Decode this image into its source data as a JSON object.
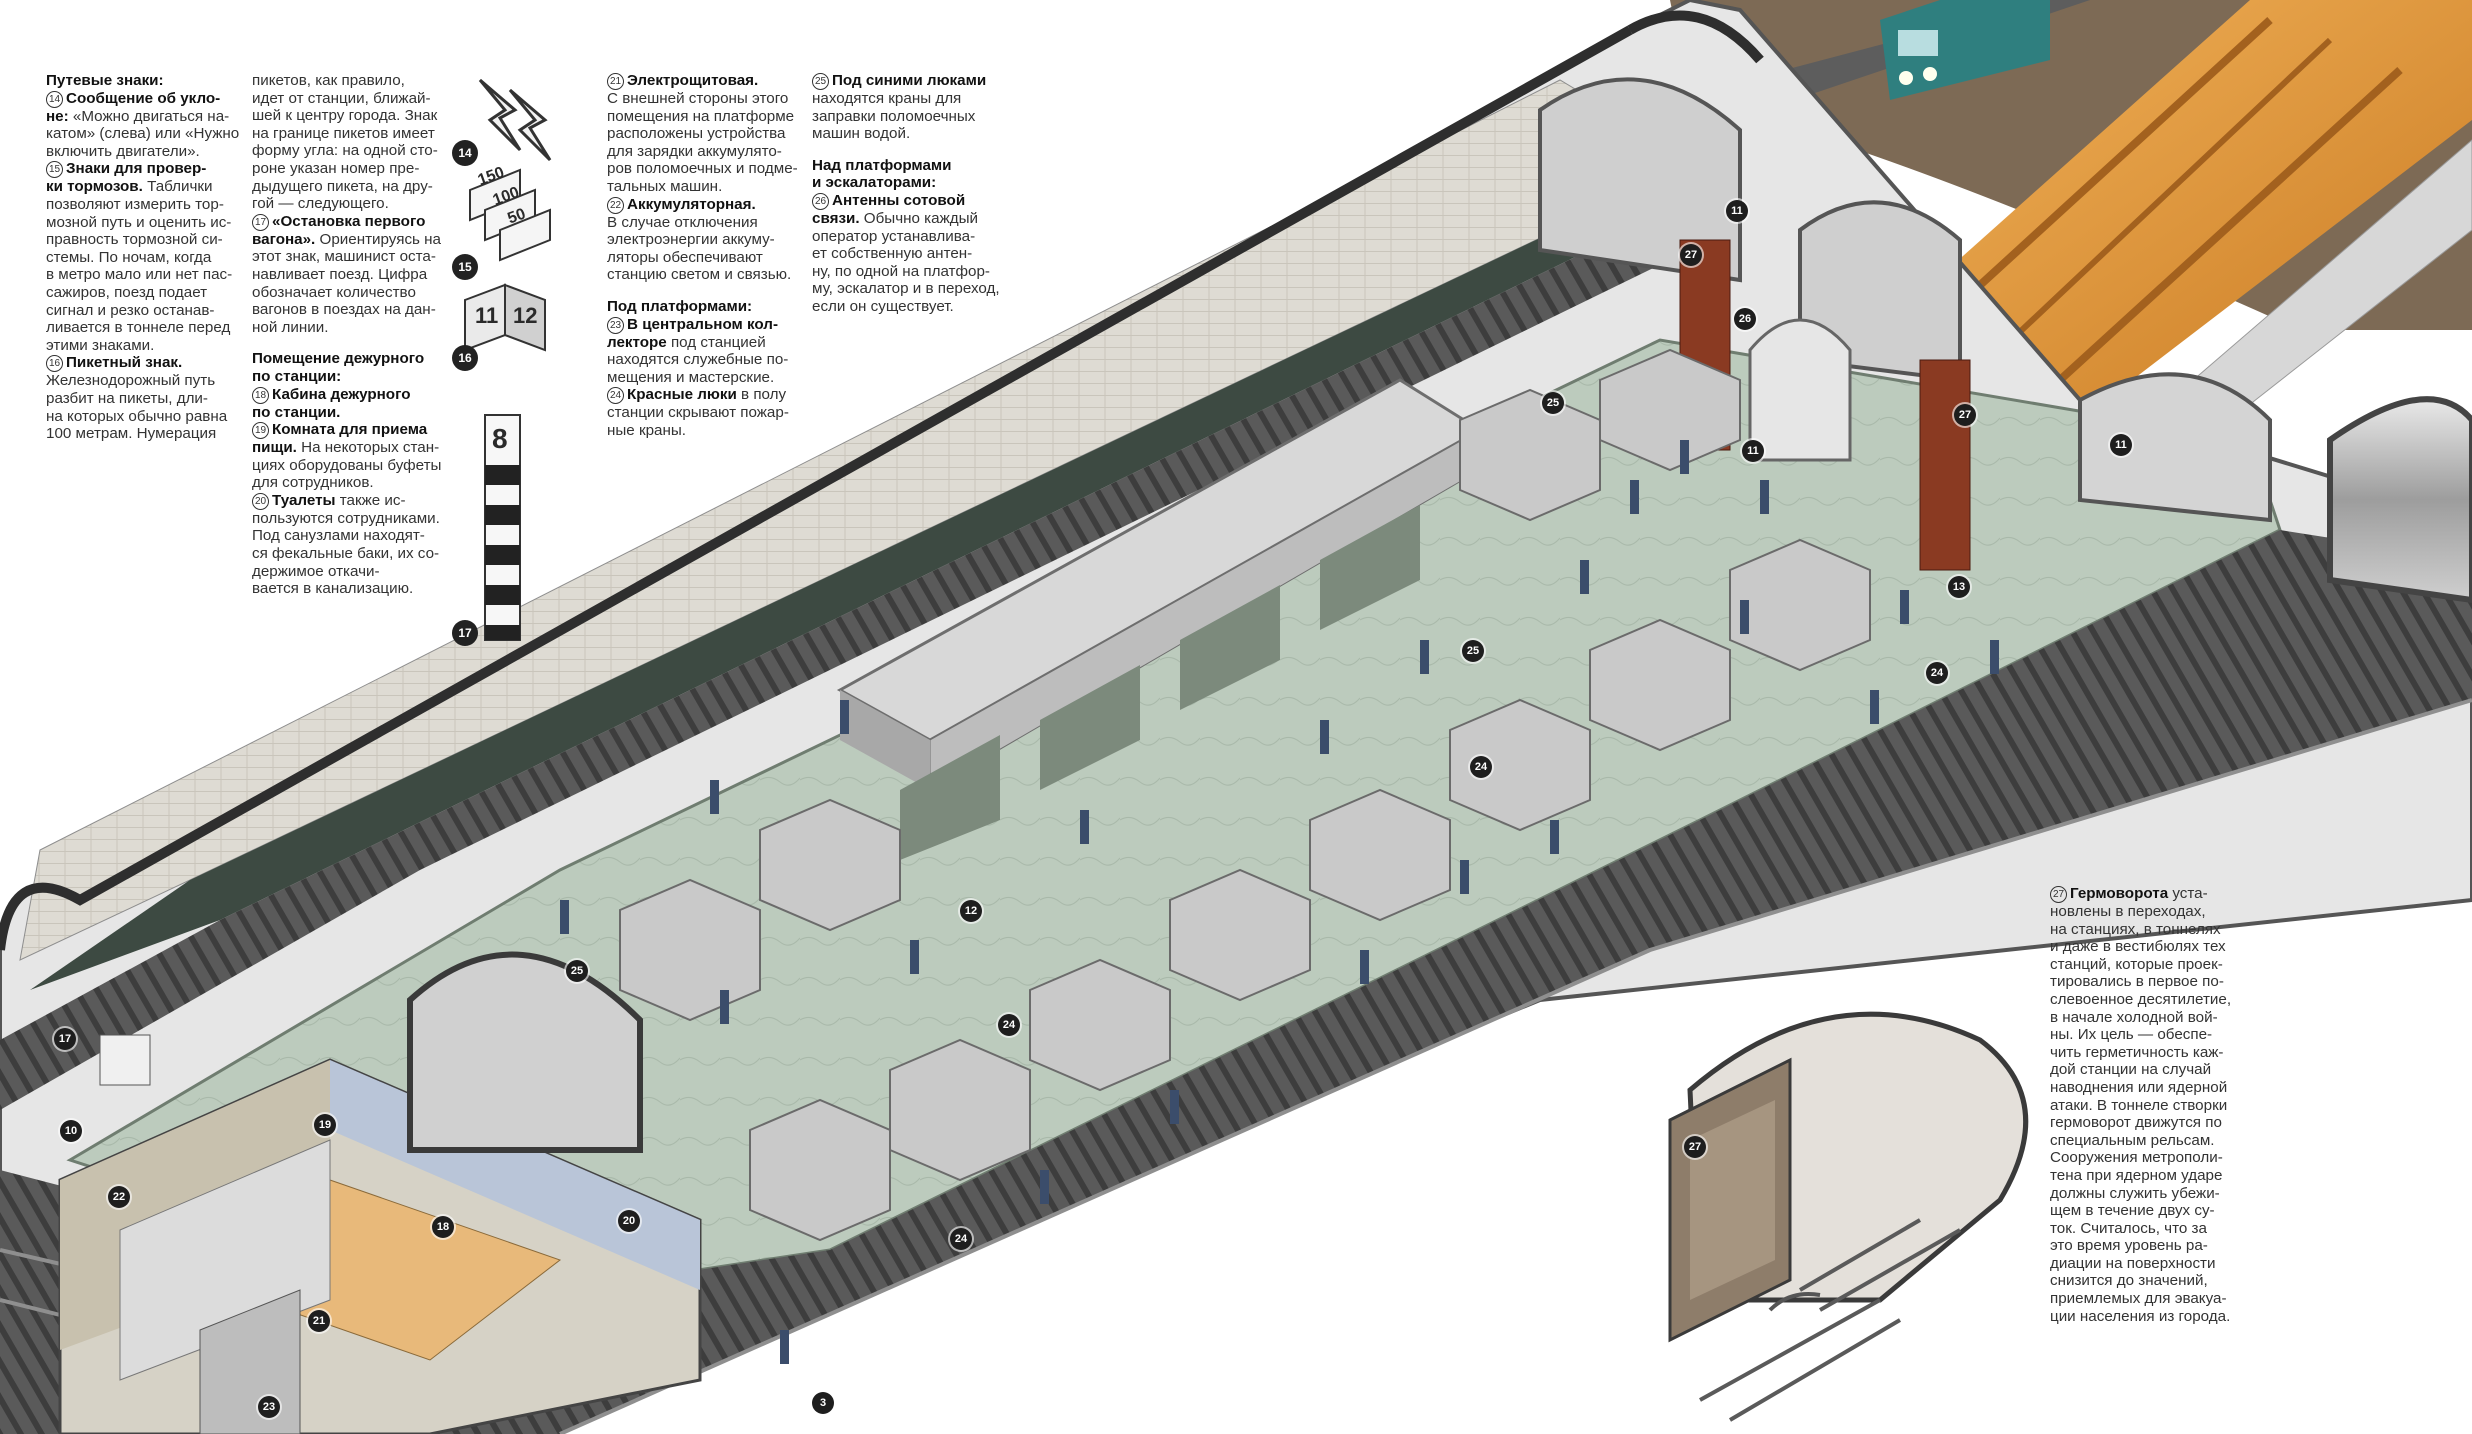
{
  "columns": {
    "col1": [
      {
        "head": "Путевые знаки:"
      },
      {
        "num": "14",
        "bold": "Сообщение об укло-",
        "text": ""
      },
      {
        "bold": "не:",
        "text": " «Можно двигаться на-"
      },
      {
        "text": "катом» (слева) или «Нужно"
      },
      {
        "text": "включить двигатели»."
      },
      {
        "num": "15",
        "bold": "Знаки для провер-",
        "text": ""
      },
      {
        "bold": "ки тормозов.",
        "text": " Таблички"
      },
      {
        "text": "позволяют измерить тор-"
      },
      {
        "text": "мозной путь и оценить ис-"
      },
      {
        "text": "правность тормозной си-"
      },
      {
        "text": "стемы. По ночам, когда"
      },
      {
        "text": "в метро мало или нет пас-"
      },
      {
        "text": "сажиров, поезд подает"
      },
      {
        "text": "сигнал и резко останав-"
      },
      {
        "text": "ливается в тоннеле перед"
      },
      {
        "text": "этими знаками."
      },
      {
        "num": "16",
        "bold": "Пикетный знак.",
        "text": ""
      },
      {
        "text": "Железнодорожный путь"
      },
      {
        "text": "разбит на пикеты, дли-"
      },
      {
        "text": "на которых обычно равна"
      },
      {
        "text": "100 метрам. Нумерация"
      }
    ],
    "col2": [
      {
        "text": "пикетов, как правило,"
      },
      {
        "text": "идет от станции, ближай-"
      },
      {
        "text": "шей к центру города. Знак"
      },
      {
        "text": "на границе пикетов имеет"
      },
      {
        "text": "форму угла: на одной сто-"
      },
      {
        "text": "роне указан номер пре-"
      },
      {
        "text": "дыдущего пикета, на дру-"
      },
      {
        "text": "гой — следующего."
      },
      {
        "num": "17",
        "bold": "«Остановка первого",
        "text": ""
      },
      {
        "bold": "вагона».",
        "text": " Ориентируясь на"
      },
      {
        "text": "этот знак, машинист оста-"
      },
      {
        "text": "навливает поезд. Цифра"
      },
      {
        "text": "обозначает количество"
      },
      {
        "text": "вагонов в поездах на дан-"
      },
      {
        "text": "ной линии."
      },
      {
        "gap": true
      },
      {
        "head": "Помещение дежурного"
      },
      {
        "head": "по станции:"
      },
      {
        "num": "18",
        "bold": "Кабина дежурного",
        "text": ""
      },
      {
        "bold": "по станции.",
        "text": ""
      },
      {
        "num": "19",
        "bold": "Комната для приема",
        "text": ""
      },
      {
        "bold": "пищи.",
        "text": " На некоторых стан-"
      },
      {
        "text": "циях оборудованы буфеты"
      },
      {
        "text": "для сотрудников."
      },
      {
        "num": "20",
        "bold": "Туалеты",
        "text": " также ис-"
      },
      {
        "text": "пользуются сотрудниками."
      },
      {
        "text": "Под санузлами находят-"
      },
      {
        "text": "ся фекальные баки, их со-"
      },
      {
        "text": "держимое откачи-"
      },
      {
        "text": "вается в канализацию."
      }
    ],
    "col3": [
      {
        "num": "21",
        "bold": "Электрощитовая.",
        "text": ""
      },
      {
        "text": "С внешней стороны этого"
      },
      {
        "text": "помещения на платформе"
      },
      {
        "text": "расположены устройства"
      },
      {
        "text": "для зарядки аккумулято-"
      },
      {
        "text": "ров поломоечных и подме-"
      },
      {
        "text": "тальных машин."
      },
      {
        "num": "22",
        "bold": "Аккумуляторная.",
        "text": ""
      },
      {
        "text": "В случае отключения"
      },
      {
        "text": "электроэнергии аккуму-"
      },
      {
        "text": "ляторы обеспечивают"
      },
      {
        "text": "станцию светом и связью."
      },
      {
        "gap": true
      },
      {
        "head": "Под платформами:"
      },
      {
        "num": "23",
        "bold": "В центральном кол-",
        "text": ""
      },
      {
        "bold": "лекторе",
        "text": " под станцией"
      },
      {
        "text": "находятся служебные по-"
      },
      {
        "text": "мещения и мастерские."
      },
      {
        "num": "24",
        "bold": "Красные люки",
        "text": " в полу"
      },
      {
        "text": "станции скрывают пожар-"
      },
      {
        "text": "ные краны."
      }
    ],
    "col4": [
      {
        "num": "25",
        "bold": "Под синими люками",
        "text": ""
      },
      {
        "text": "находятся краны для"
      },
      {
        "text": "заправки поломоечных"
      },
      {
        "text": "машин водой."
      },
      {
        "gap": true
      },
      {
        "head": "Над платформами"
      },
      {
        "head": "и эскалаторами:"
      },
      {
        "num": "26",
        "bold": "Антенны сотовой",
        "text": ""
      },
      {
        "bold": "связи.",
        "text": " Обычно каждый"
      },
      {
        "text": "оператор устанавлива-"
      },
      {
        "text": "ет собственную антен-"
      },
      {
        "text": "ну, по одной на платфор-"
      },
      {
        "text": "му, эскалатор и в переход,"
      },
      {
        "text": "если он существует."
      }
    ],
    "col5": [
      {
        "num": "27",
        "bold": "Гермоворота",
        "text": " уста-"
      },
      {
        "text": "новлены в переходах,"
      },
      {
        "text": "на станциях, в тоннелях"
      },
      {
        "text": "и даже в вестибюлях тех"
      },
      {
        "text": "станций, которые проек-"
      },
      {
        "text": "тировались в первое по-"
      },
      {
        "text": "слевоенное десятилетие,"
      },
      {
        "text": "в начале холодной вой-"
      },
      {
        "text": "ны. Их цель — обеспе-"
      },
      {
        "text": "чить герметичность каж-"
      },
      {
        "text": "дой станции на случай"
      },
      {
        "text": "наводнения или ядерной"
      },
      {
        "text": "атаки. В тоннеле створки"
      },
      {
        "text": "гермоворот движутся по"
      },
      {
        "text": "специальным рельсам."
      },
      {
        "text": "Сооружения метрополи-"
      },
      {
        "text": "тена при ядерном ударе"
      },
      {
        "text": "должны служить убежи-"
      },
      {
        "text": "щем в течение двух су-"
      },
      {
        "text": "ток. Считалось, что за"
      },
      {
        "text": "это время уровень ра-"
      },
      {
        "text": "диации на поверхности"
      },
      {
        "text": "снизится до значений,"
      },
      {
        "text": "приемлемых для эвакуа-"
      },
      {
        "text": "ции населения из города."
      }
    ]
  },
  "signs": {
    "sign14": {
      "num": "14"
    },
    "sign15": {
      "num": "15",
      "plates": [
        "150",
        "100",
        "50"
      ]
    },
    "sign16": {
      "num": "16",
      "left": "11",
      "right": "12"
    },
    "sign17": {
      "num": "17",
      "digit": "8"
    }
  },
  "markers": [
    "11",
    "11",
    "11",
    "27",
    "27",
    "26",
    "25",
    "25",
    "25",
    "24",
    "24",
    "24",
    "24",
    "13",
    "12",
    "17",
    "10",
    "19",
    "18",
    "20",
    "21",
    "22",
    "23",
    "3",
    "27"
  ],
  "colors": {
    "wall": "#dcdad4",
    "platform": "#b9c8bb",
    "track": "#4a4a4a",
    "tunnel": "#bdbdbd",
    "escalator": "#e49a3a",
    "train": "#2f7f7f",
    "door": "#8a3a22"
  }
}
